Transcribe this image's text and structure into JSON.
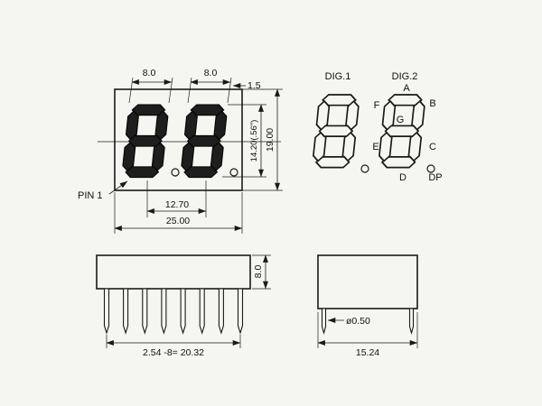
{
  "drawing": {
    "front_view": {
      "dim_digit1_width": "8.0",
      "dim_digit2_width": "8.0",
      "dim_top_gap": "1.5",
      "dim_digit_height": "14.20(.56\")",
      "dim_package_height": "19.00",
      "dim_digit_pitch": "12.70",
      "dim_package_width": "25.00",
      "pin1_label": "PIN 1"
    },
    "segment_diagram": {
      "dig1_label": "DIG.1",
      "dig2_label": "DIG.2",
      "seg_a": "A",
      "seg_b": "B",
      "seg_c": "C",
      "seg_d": "D",
      "seg_e": "E",
      "seg_f": "F",
      "seg_g": "G",
      "seg_dp": "DP"
    },
    "side_view": {
      "dim_body_height": "8.0",
      "dim_pin_span": "2.54 -8= 20.32"
    },
    "end_view": {
      "dim_pin_diameter": "ø0.50",
      "dim_body_width": "15.24"
    }
  }
}
